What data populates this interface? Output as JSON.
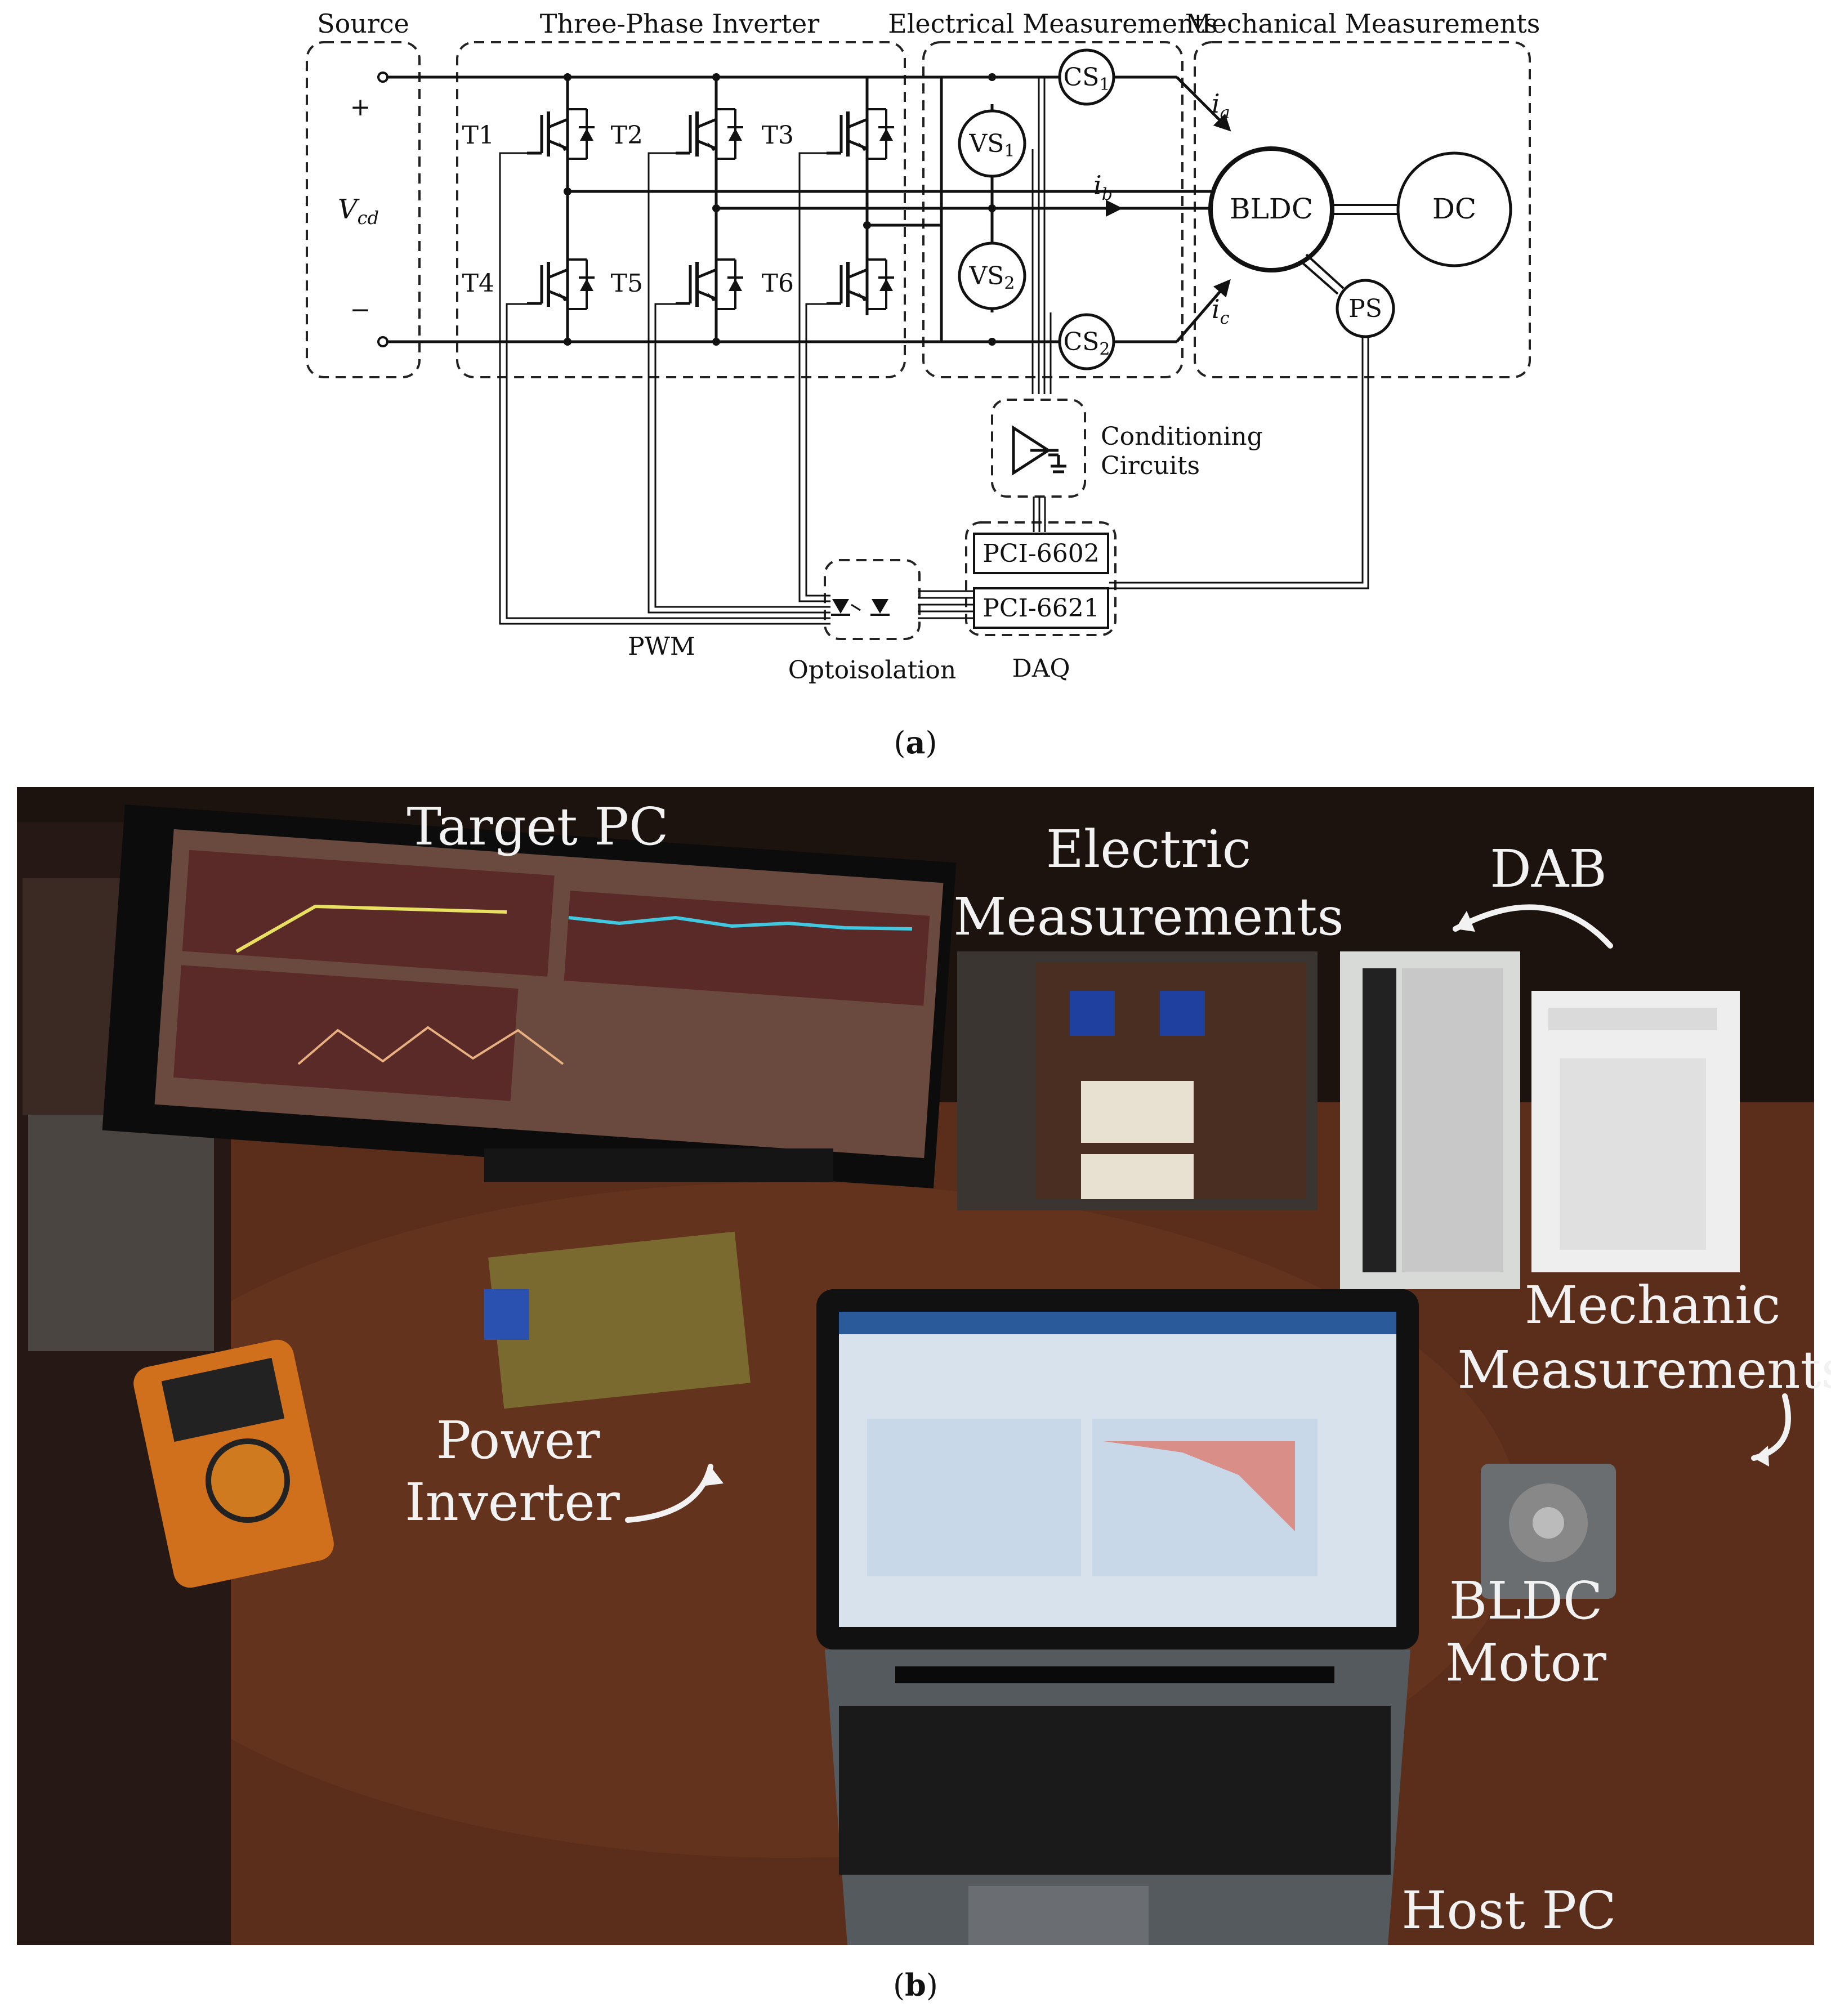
{
  "diagram": {
    "sections": {
      "source": "Source",
      "inverter": "Three-Phase Inverter",
      "electrical": "Electrical Measurements",
      "mechanical": "Mechanical Measurements"
    },
    "source": {
      "plus": "+",
      "minus": "−",
      "voltage": "V",
      "voltage_sub": "cd"
    },
    "transistors": [
      "T1",
      "T2",
      "T3",
      "T4",
      "T5",
      "T6"
    ],
    "sensors": {
      "cs1": "CS",
      "cs1_sub": "1",
      "cs2": "CS",
      "cs2_sub": "2",
      "vs1": "VS",
      "vs1_sub": "1",
      "vs2": "VS",
      "vs2_sub": "2",
      "ps": "PS"
    },
    "currents": {
      "ia": "i",
      "ia_sub": "a",
      "ib": "i",
      "ib_sub": "b",
      "ic": "i",
      "ic_sub": "c"
    },
    "machines": {
      "bldc": "BLDC",
      "dc": "DC"
    },
    "conditioning": {
      "line1": "Conditioning",
      "line2": "Circuits"
    },
    "daq": {
      "card1": "PCI-6602",
      "card2": "PCI-6621",
      "label": "DAQ"
    },
    "opto": "Optoisolation",
    "pwm": "PWM",
    "caption_open": "(",
    "caption_letter": "a",
    "caption_close": ")"
  },
  "photo": {
    "labels": {
      "target_pc": "Target PC",
      "electric_1": "Electric",
      "electric_2": "Measurements",
      "dab": "DAB",
      "mechanic_1": "Mechanic",
      "mechanic_2": "Measurements",
      "power_1": "Power",
      "power_2": "Inverter",
      "bldc_1": "BLDC",
      "bldc_2": "Motor",
      "host_pc": "Host PC"
    },
    "caption_open": "(",
    "caption_letter": "b",
    "caption_close": ")"
  }
}
